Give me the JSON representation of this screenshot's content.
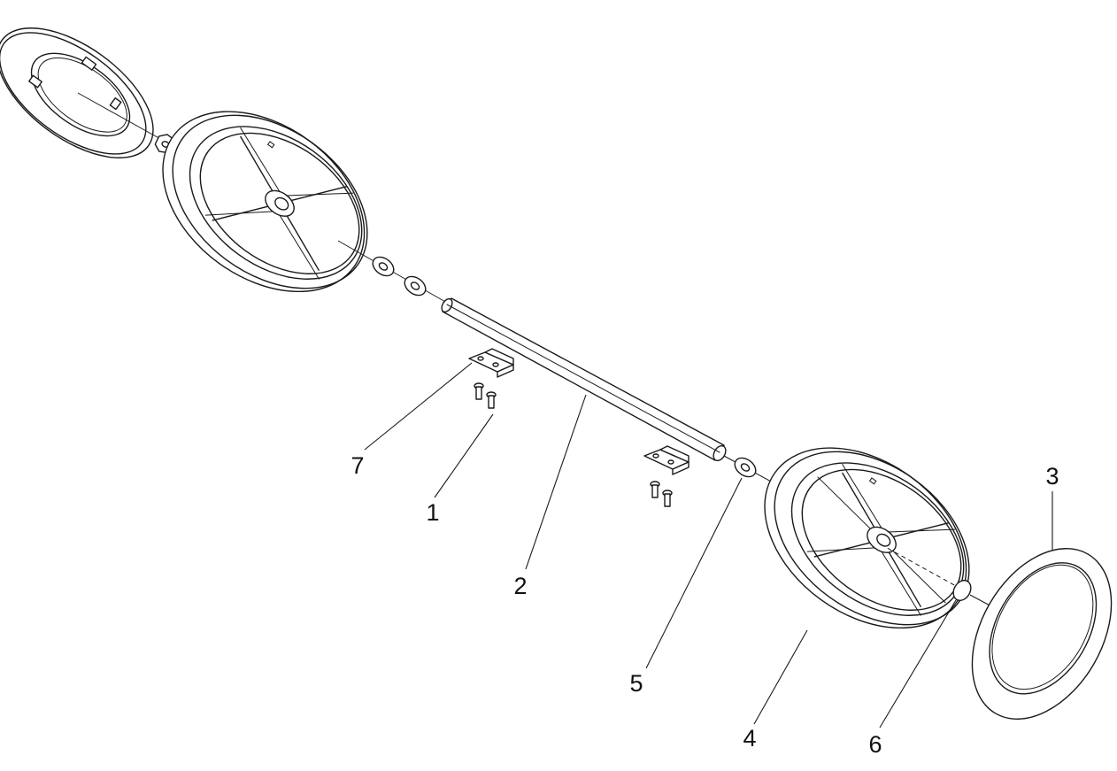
{
  "diagram": {
    "kind": "exploded-parts-view",
    "line_color": "#1a1a1a",
    "background": "#ffffff",
    "callouts": [
      {
        "id": "callout-1",
        "label": "1",
        "part": "screw"
      },
      {
        "id": "callout-2",
        "label": "2",
        "part": "axle"
      },
      {
        "id": "callout-3",
        "label": "3",
        "part": "hub-cap"
      },
      {
        "id": "callout-4",
        "label": "4",
        "part": "wheel"
      },
      {
        "id": "callout-5",
        "label": "5",
        "part": "washer"
      },
      {
        "id": "callout-6",
        "label": "6",
        "part": "axle-cap"
      },
      {
        "id": "callout-7",
        "label": "7",
        "part": "axle-bracket"
      }
    ]
  }
}
